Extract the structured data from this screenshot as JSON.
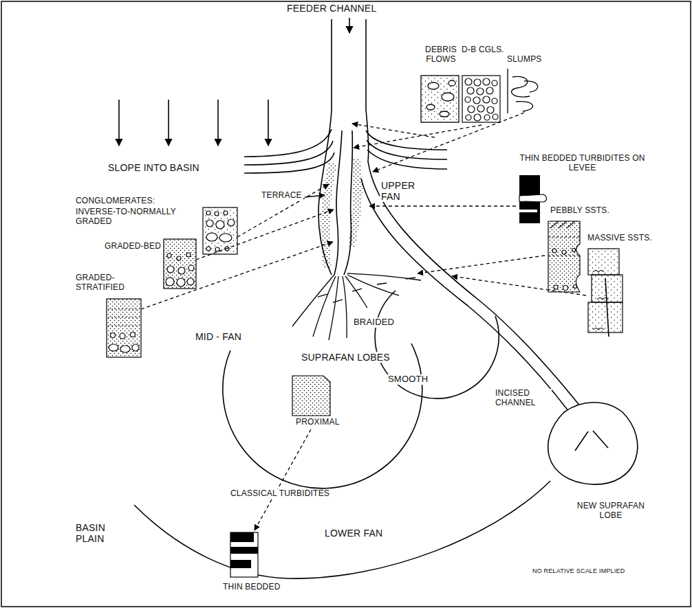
{
  "diagram": {
    "labels": [
      "FEEDER CHANNEL",
      "DEBRIS FLOWS",
      "D-B CGLS.",
      "SLUMPS",
      "SLOPE INTO BASIN",
      "THIN BEDDED TURBIDITES ON LEVEE",
      "CONGLOMERATES:",
      "INVERSE-TO-NORMALLY GRADED",
      "UPPER FAN",
      "PEBBLY SSTS.",
      "TERRACE",
      "MASSIVE SSTS.",
      "GRADED-BED",
      "GRADED-STRATIFIED",
      "BRAIDED",
      "MID - FAN",
      "SUPRAFAN LOBES",
      "SMOOTH",
      "PROXIMAL",
      "INCISED CHANNEL",
      "CLASSICAL TURBIDITES",
      "NEW SUPRAFAN LOBE",
      "LOWER FAN",
      "BASIN PLAIN",
      "THIN BEDDED",
      "NO RELATIVE SCALE IMPLIED"
    ]
  }
}
